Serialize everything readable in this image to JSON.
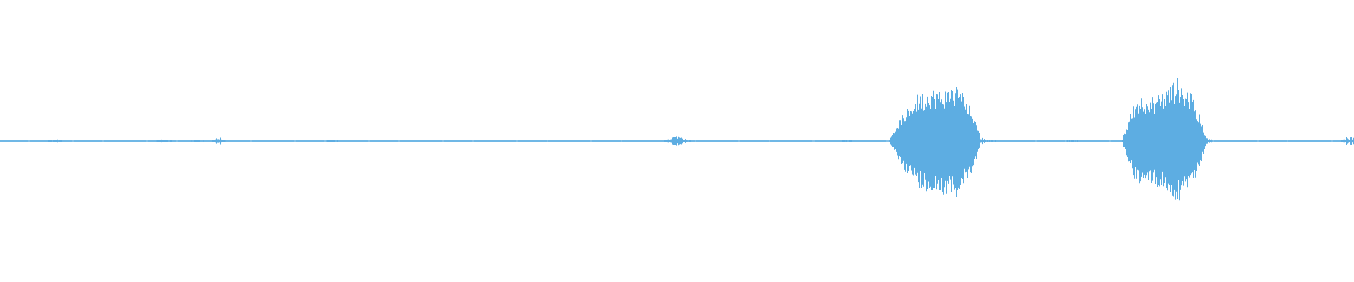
{
  "chart_data": {
    "type": "area",
    "description_kind": "audio-waveform",
    "x_bins": 192,
    "ylim": [
      -1,
      1
    ],
    "grid": false,
    "color": "#5dade2",
    "peak_amplitude": [
      0.004,
      0.004,
      0.004,
      0.004,
      0.004,
      0.004,
      0.004,
      0.01,
      0.012,
      0.004,
      0.004,
      0.004,
      0.004,
      0.004,
      0.004,
      0.004,
      0.004,
      0.004,
      0.004,
      0.004,
      0.004,
      0.004,
      0.004,
      0.012,
      0.006,
      0.004,
      0.004,
      0.004,
      0.01,
      0.004,
      0.004,
      0.03,
      0.004,
      0.004,
      0.004,
      0.004,
      0.004,
      0.004,
      0.004,
      0.004,
      0.004,
      0.004,
      0.004,
      0.004,
      0.004,
      0.004,
      0.004,
      0.012,
      0.004,
      0.004,
      0.004,
      0.004,
      0.004,
      0.004,
      0.004,
      0.004,
      0.004,
      0.004,
      0.004,
      0.004,
      0.004,
      0.004,
      0.004,
      0.004,
      0.004,
      0.004,
      0.004,
      0.004,
      0.004,
      0.004,
      0.004,
      0.004,
      0.004,
      0.004,
      0.004,
      0.004,
      0.004,
      0.004,
      0.004,
      0.004,
      0.004,
      0.004,
      0.004,
      0.004,
      0.004,
      0.004,
      0.004,
      0.004,
      0.004,
      0.004,
      0.004,
      0.004,
      0.004,
      0.004,
      0.004,
      0.025,
      0.045,
      0.02,
      0.004,
      0.004,
      0.004,
      0.004,
      0.004,
      0.004,
      0.004,
      0.004,
      0.004,
      0.004,
      0.004,
      0.004,
      0.004,
      0.004,
      0.004,
      0.004,
      0.004,
      0.004,
      0.004,
      0.004,
      0.004,
      0.004,
      0.01,
      0.004,
      0.004,
      0.004,
      0.004,
      0.004,
      0.004,
      0.1,
      0.2,
      0.25,
      0.33,
      0.35,
      0.37,
      0.38,
      0.38,
      0.39,
      0.4,
      0.3,
      0.2,
      0.03,
      0.006,
      0.006,
      0.004,
      0.004,
      0.004,
      0.004,
      0.004,
      0.004,
      0.004,
      0.004,
      0.004,
      0.004,
      0.01,
      0.004,
      0.004,
      0.004,
      0.004,
      0.004,
      0.004,
      0.004,
      0.15,
      0.3,
      0.33,
      0.3,
      0.33,
      0.36,
      0.4,
      0.46,
      0.38,
      0.33,
      0.2,
      0.03,
      0.004,
      0.004,
      0.004,
      0.004,
      0.004,
      0.004,
      0.004,
      0.004,
      0.004,
      0.004,
      0.004,
      0.004,
      0.004,
      0.004,
      0.004,
      0.004,
      0.004,
      0.004,
      0.004,
      0.03
    ]
  }
}
